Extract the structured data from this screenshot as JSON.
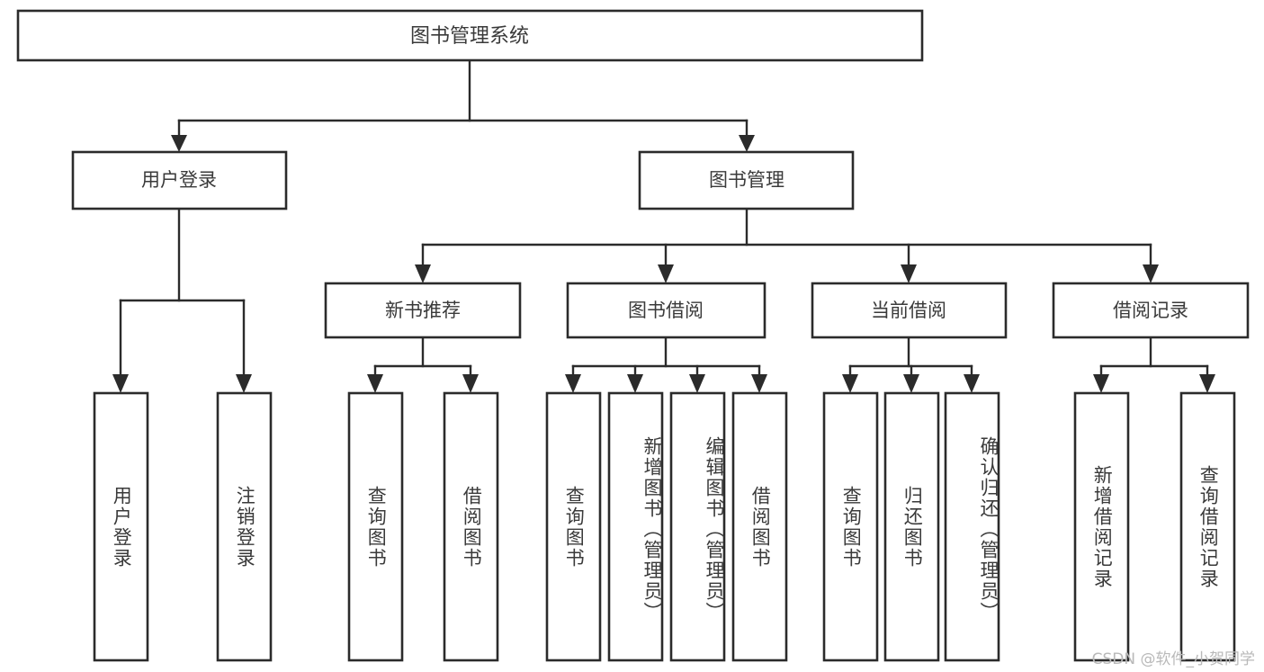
{
  "diagram": {
    "title": "图书管理系统",
    "type": "hierarchy-tree",
    "root": {
      "label": "图书管理系统"
    },
    "level2": [
      {
        "id": "user-login",
        "label": "用户登录"
      },
      {
        "id": "book-manage",
        "label": "图书管理"
      }
    ],
    "level3": [
      {
        "id": "new-book-recommend",
        "label": "新书推荐",
        "parent": "book-manage"
      },
      {
        "id": "book-borrow",
        "label": "图书借阅",
        "parent": "book-manage"
      },
      {
        "id": "current-borrow",
        "label": "当前借阅",
        "parent": "book-manage"
      },
      {
        "id": "borrow-record",
        "label": "借阅记录",
        "parent": "book-manage"
      }
    ],
    "leaves": {
      "user-login": [
        {
          "id": "leaf-user-login",
          "label": "用户登录"
        },
        {
          "id": "leaf-logout-login",
          "label": "注销登录"
        }
      ],
      "new-book-recommend": [
        {
          "id": "leaf-query-book-1",
          "label": "查询图书"
        },
        {
          "id": "leaf-borrow-book-1",
          "label": "借阅图书"
        }
      ],
      "book-borrow": [
        {
          "id": "leaf-query-book-2",
          "label": "查询图书"
        },
        {
          "id": "leaf-add-book",
          "label": "新增图书（管理员）"
        },
        {
          "id": "leaf-edit-book",
          "label": "编辑图书（管理员）"
        },
        {
          "id": "leaf-borrow-book-2",
          "label": "借阅图书"
        }
      ],
      "current-borrow": [
        {
          "id": "leaf-query-book-3",
          "label": "查询图书"
        },
        {
          "id": "leaf-return-book",
          "label": "归还图书"
        },
        {
          "id": "leaf-confirm-return",
          "label": "确认归还（管理员）"
        }
      ],
      "borrow-record": [
        {
          "id": "leaf-add-record",
          "label": "新增借阅记录"
        },
        {
          "id": "leaf-query-record",
          "label": "查询借阅记录"
        }
      ]
    }
  },
  "watermark": {
    "text": "CSDN @软件_小贺同学"
  },
  "colors": {
    "box_stroke": "#2b2b2b",
    "box_fill": "#ffffff",
    "text": "#3a3a3a",
    "background": "#ffffff",
    "watermark": "#b9b9b9"
  }
}
